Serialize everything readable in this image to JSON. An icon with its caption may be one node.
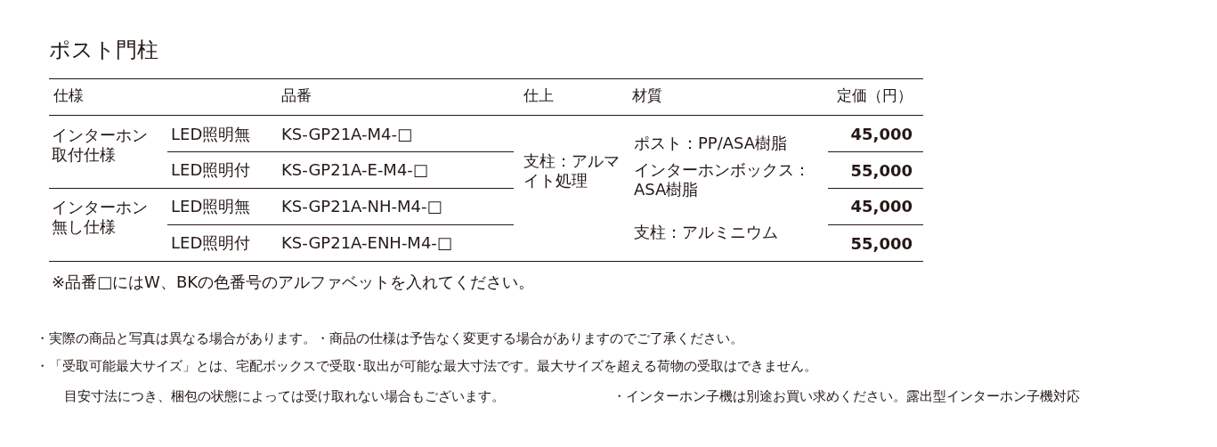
{
  "diagram": {
    "title": "ポスト門柱",
    "labels": [
      "仕様",
      "品番",
      "仕上",
      "材質",
      "定価（円）",
      "インターホン取付仕様",
      "LED照明無",
      "KS-GP21A-M4-□",
      "支柱：アルマイト処理",
      "ポスト：PP/ASA樹脂",
      "インターホンボックス：ASA樹脂",
      "支柱：アルミニウム",
      "45,000",
      "LED照明付",
      "KS-GP21A-E-M4-□",
      "55,000",
      "インターホン無し仕様",
      "LED照明無",
      "KS-GP21A-NH-M4-□",
      "45,000",
      "LED照明付",
      "KS-GP21A-ENH-M4-□",
      "55,000",
      "※品番□にはW、BKの色番号のアルファベットを入れてください。",
      "・実際の商品と写真は異なる場合があります。・商品の仕様は予告なく変更する場合がありますのでご了承ください。",
      "・「受取可能最大サイズ」とは、宅配ボックスで受取･取出が可能な最大寸法です。最大サイズを超える荷物の受取はできません。",
      "目安寸法につき、梱包の状態によっては受け取れない場合もございます。",
      "・インターホン子機は別途お買い求めください。露出型インターホン子機対応"
    ]
  }
}
